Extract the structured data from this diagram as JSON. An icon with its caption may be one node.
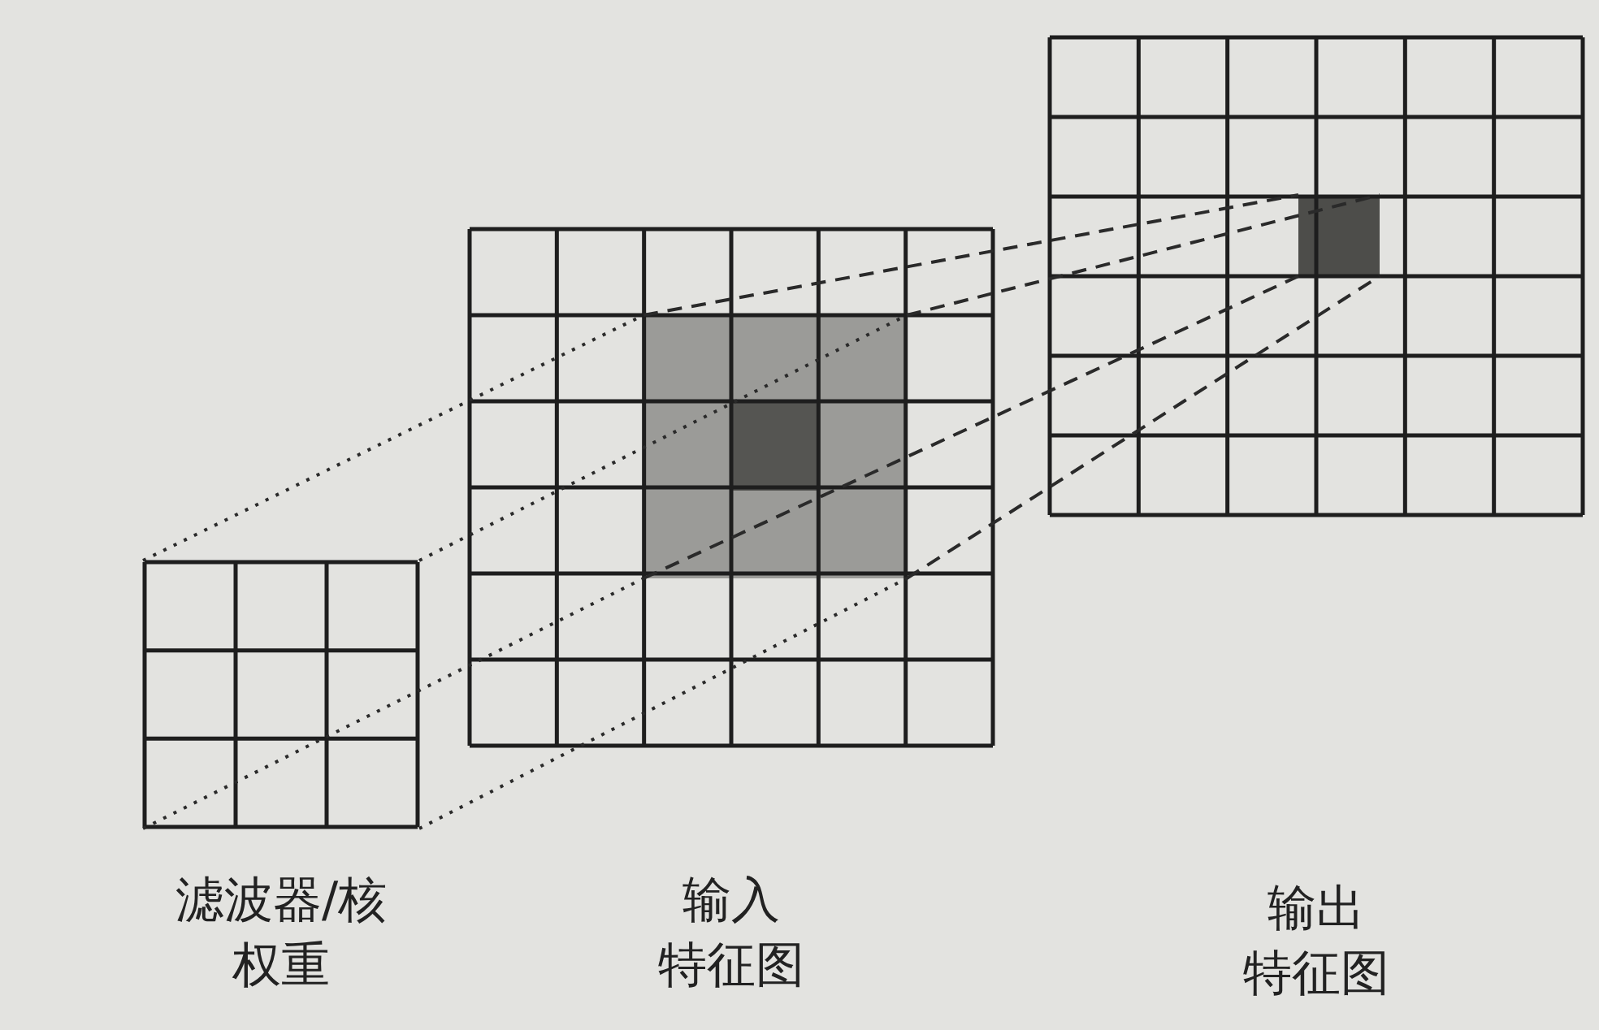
{
  "diagram": {
    "nodes": [
      {
        "text": [
          "滤波器/核权重"
        ]
      },
      {
        "text": [
          "输入特征图"
        ]
      },
      {
        "text": [],
        "shape": "box",
        "in": 1
      },
      {
        "text": [
          "输出特征图"
        ]
      },
      {
        "text": [],
        "shape": "box",
        "in": 3
      }
    ],
    "edges": [
      {
        "from": 0,
        "to": 2,
        "arrow": "none",
        "style": "dashed"
      },
      {
        "from": 0,
        "to": 2,
        "arrow": "none",
        "style": "dashed"
      },
      {
        "from": 0,
        "to": 2,
        "arrow": "none",
        "style": "dashed"
      },
      {
        "from": 0,
        "to": 2,
        "arrow": "none",
        "style": "dashed"
      },
      {
        "from": 2,
        "to": 4,
        "arrow": "none",
        "style": "dashed"
      },
      {
        "from": 2,
        "to": 4,
        "arrow": "none",
        "style": "dashed"
      },
      {
        "from": 2,
        "to": 4,
        "arrow": "none",
        "style": "dashed"
      },
      {
        "from": 2,
        "to": 4,
        "arrow": "none",
        "style": "dashed"
      }
    ]
  }
}
